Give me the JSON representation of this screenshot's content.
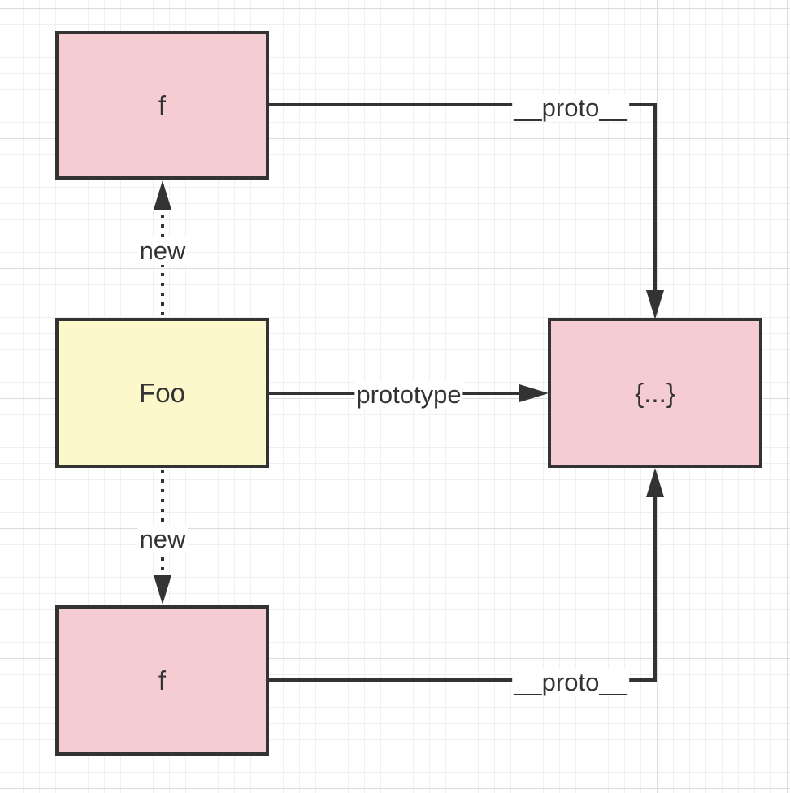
{
  "colors": {
    "instance_fill": "#f6ccd3",
    "constructor_fill": "#fcf8cc",
    "prototype_fill": "#f6ccd3",
    "stroke": "#333333"
  },
  "nodes": {
    "instance_top": {
      "label": "f"
    },
    "constructor": {
      "label": "Foo"
    },
    "instance_bottom": {
      "label": "f"
    },
    "prototype_object": {
      "label": "{...}"
    }
  },
  "edges": {
    "new_top": {
      "label": "new"
    },
    "new_bottom": {
      "label": "new"
    },
    "prototype": {
      "label": "prototype"
    },
    "proto_top": {
      "label": "__proto__"
    },
    "proto_bottom": {
      "label": "__proto__"
    }
  }
}
